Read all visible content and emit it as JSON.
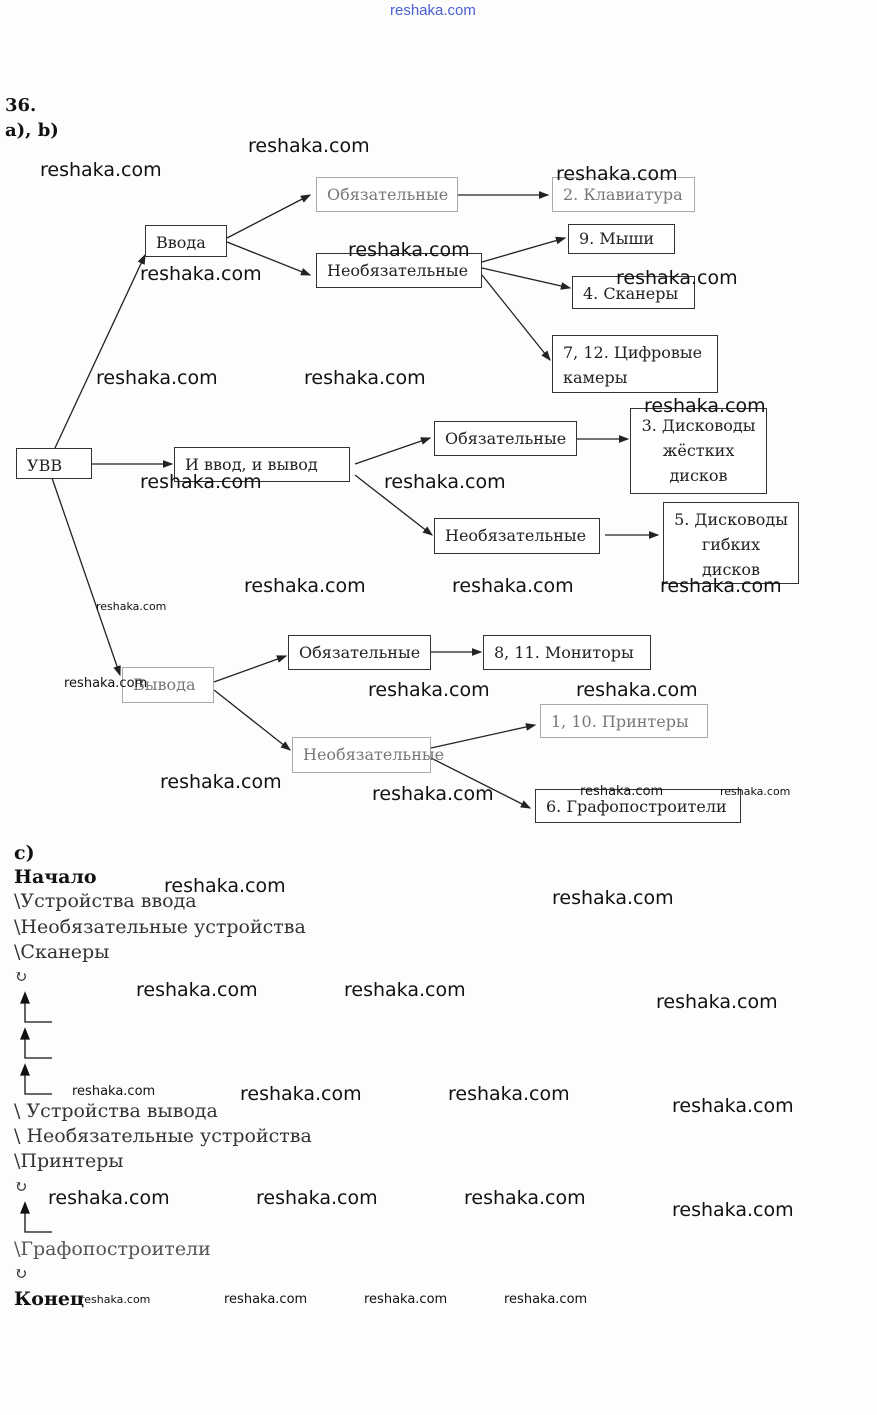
{
  "header": {
    "site": "reshaka.com"
  },
  "watermark": "reshaka.com",
  "task": {
    "number": "36.",
    "parts_ab": "a), b)",
    "part_c": "c)"
  },
  "diagram": {
    "root": "УВВ",
    "input": "Ввода",
    "io": "И ввод, и вывод",
    "output": "Вывода",
    "mandatory": "Обязательные",
    "optional": "Необязательные",
    "keyboard": "2. Клавиатура",
    "mice": "9. Мыши",
    "scanners": "4. Сканеры",
    "cameras": "7, 12. Цифровые камеры",
    "hdd": "3. Дисководы жёстких дисков",
    "fdd": "5. Дисководы гибких дисков",
    "monitors": "8, 11. Мониторы",
    "printers": "1, 10. Принтеры",
    "plotters": "6. Графопостроители"
  },
  "path": {
    "start": "Начало",
    "lines1": [
      "\\Устройства ввода",
      "\\Необязательные устройства",
      "\\Сканеры"
    ],
    "up": "↻",
    "lines2": [
      "\\ Устройства вывода",
      "\\ Необязательные устройства",
      "\\Принтеры"
    ],
    "lines3": [
      "\\Графопостроители"
    ],
    "end": "Конец"
  }
}
